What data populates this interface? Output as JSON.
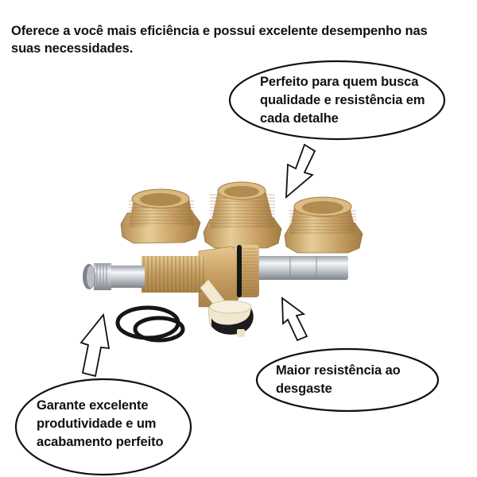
{
  "headline": {
    "line1": "Oferece a você mais eficiência e possui excelente desempenho nas",
    "line2": "suas necessidades."
  },
  "callouts": [
    {
      "id": "top-right",
      "lines": [
        "Perfeito para quem busca",
        "qualidade e resistência em",
        "cada detalhe"
      ],
      "arrow_direction": "down-left"
    },
    {
      "id": "bottom-right",
      "lines": [
        "Maior resistência ao",
        "desgaste"
      ],
      "arrow_direction": "up-left"
    },
    {
      "id": "bottom-left",
      "lines": [
        "Garante excelente",
        "produtividade e um",
        "acabamento perfeito"
      ],
      "arrow_direction": "up"
    }
  ],
  "product": {
    "name": "brass-valve-repair-kit",
    "components": [
      "brass-hex-adapter",
      "brass-hex-adapter",
      "brass-hex-adapter",
      "brass-valve-stem",
      "o-ring",
      "o-ring",
      "nylon-seal-plug"
    ],
    "colors": {
      "brass": "#c9a56a",
      "brass_dark": "#9a7a44",
      "chrome": "#c8ccd0",
      "rubber": "#1a1a1a",
      "nylon": "#f1e6cf"
    }
  }
}
